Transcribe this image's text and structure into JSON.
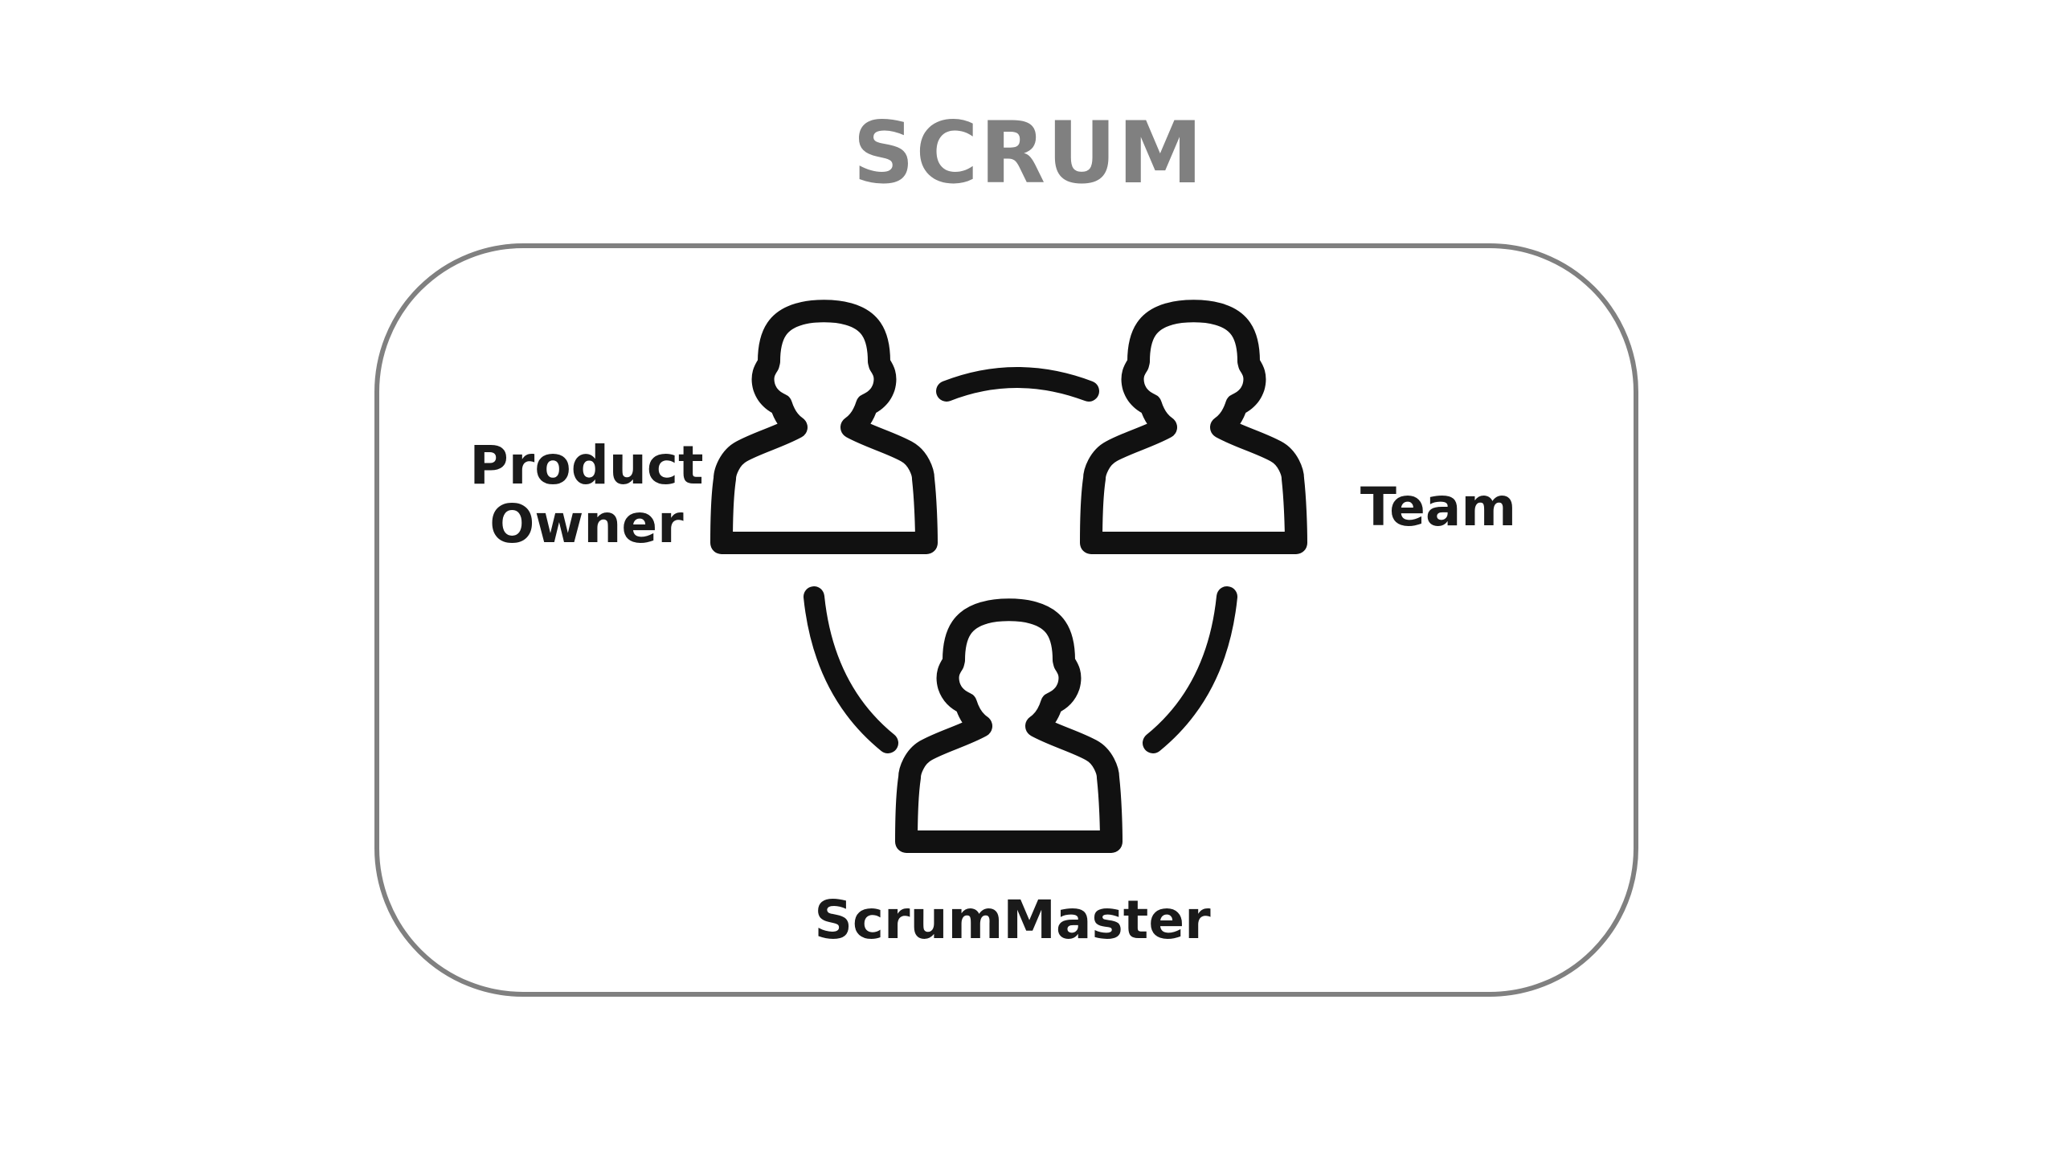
{
  "title": "SCRUM",
  "roles": {
    "product_owner": {
      "line1": "Product",
      "line2": "Owner"
    },
    "team": "Team",
    "scrum_master": "ScrumMaster"
  },
  "colors": {
    "title": "#808080",
    "frame": "#808080",
    "icon_stroke": "#111111",
    "label": "#1a1a1a",
    "background": "#ffffff"
  },
  "icons": {
    "person": "person-outline-icon",
    "connector": "arc-connector"
  }
}
